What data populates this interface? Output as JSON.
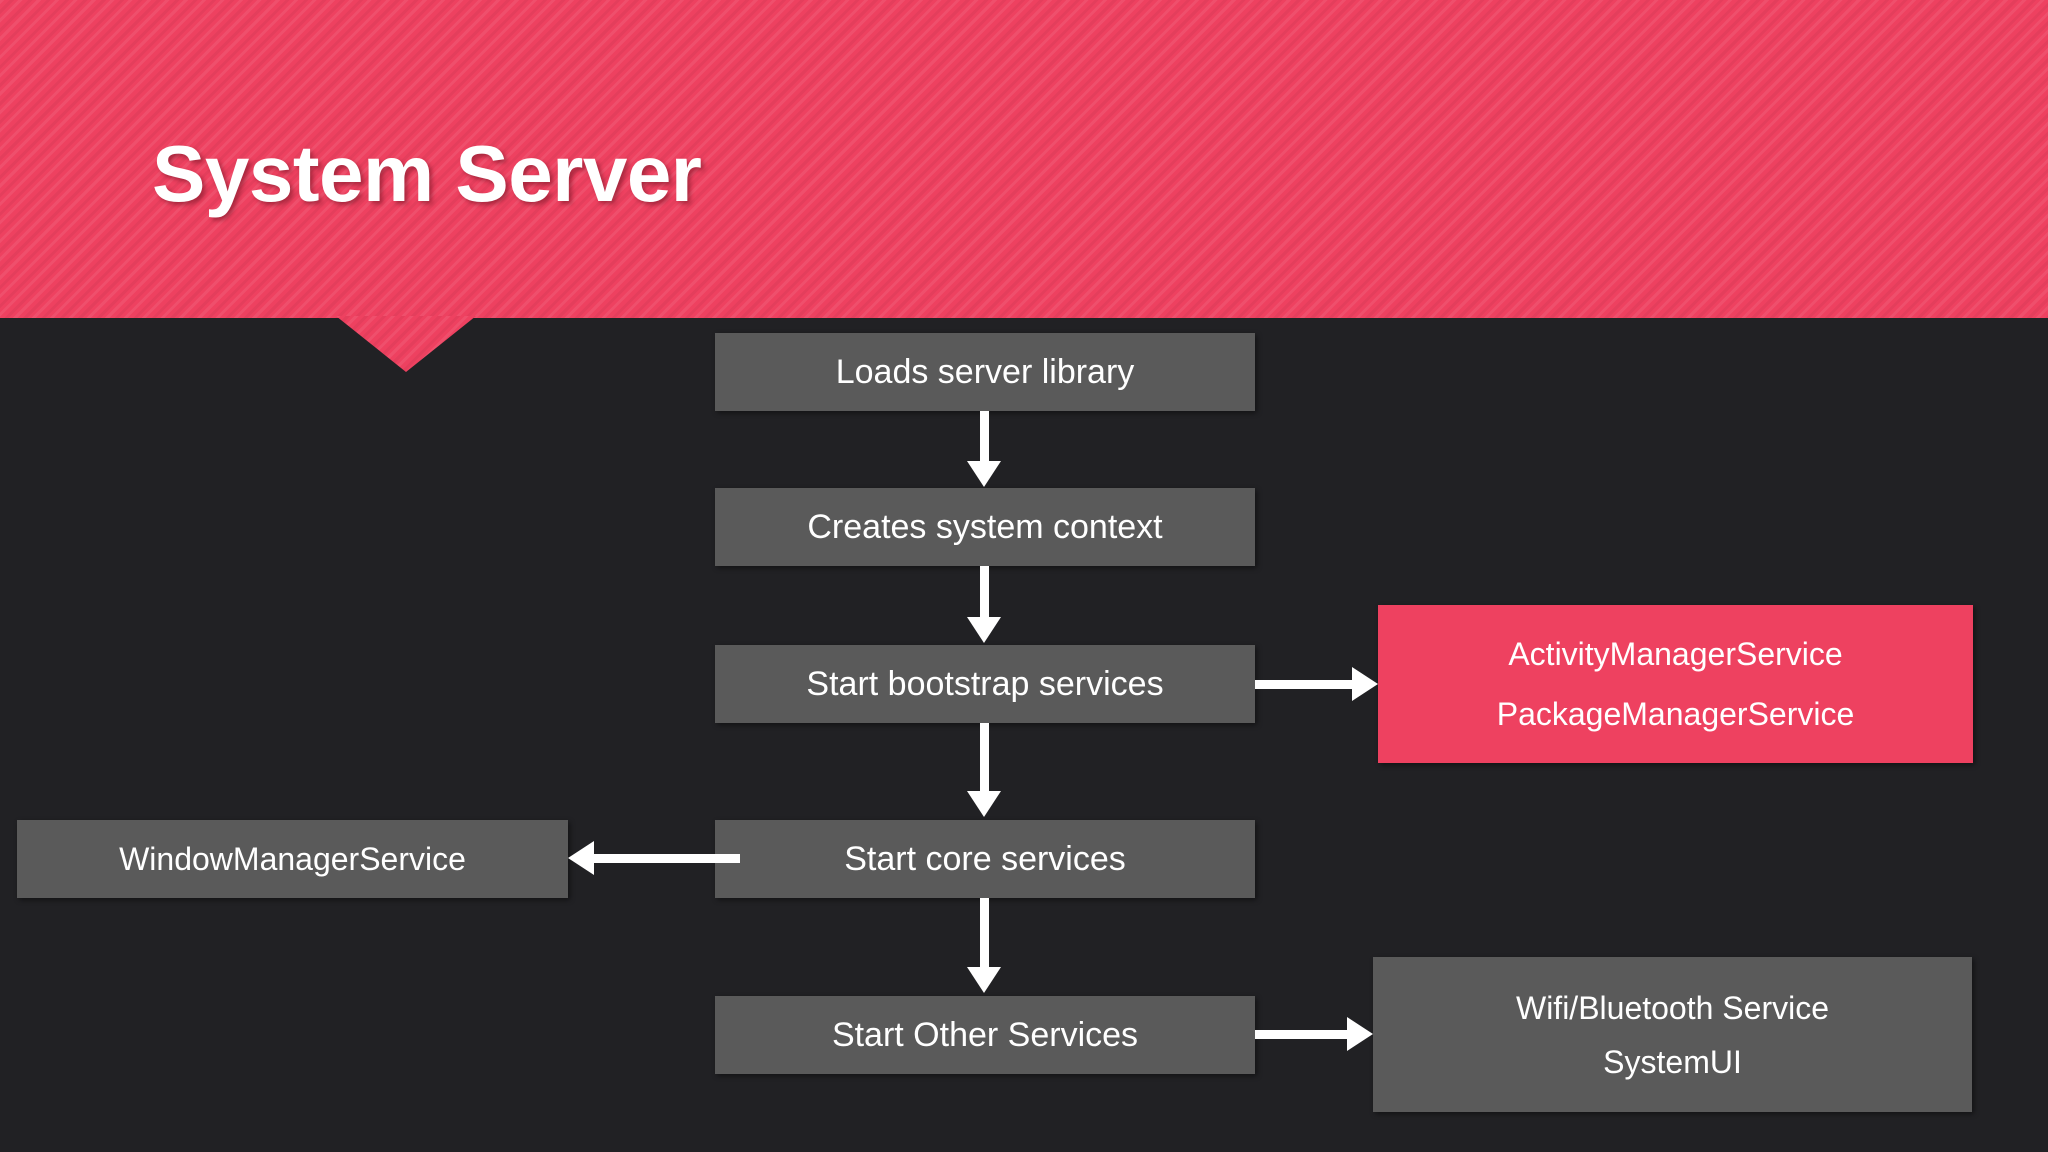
{
  "slide": {
    "title": "System Server",
    "background_color": "#212124",
    "accent_color": "#EE4160",
    "node_color": "#5A5A5A",
    "text_color": "#FFFFFF"
  },
  "diagram": {
    "type": "flowchart",
    "nodes": [
      {
        "id": "loads-server-library",
        "label": "Loads server library",
        "style": "gray"
      },
      {
        "id": "creates-system-context",
        "label": "Creates system context",
        "style": "gray"
      },
      {
        "id": "start-bootstrap",
        "label": "Start bootstrap services",
        "style": "gray"
      },
      {
        "id": "start-core",
        "label": "Start core services",
        "style": "gray"
      },
      {
        "id": "start-other",
        "label": "Start Other Services",
        "style": "gray"
      },
      {
        "id": "manager-services",
        "label_line1": "ActivityManagerService",
        "label_line2": "PackageManagerService",
        "style": "pink"
      },
      {
        "id": "window-manager",
        "label": "WindowManagerService",
        "style": "gray"
      },
      {
        "id": "wifi-systemui",
        "label_line1": "Wifi/Bluetooth Service",
        "label_line2": "SystemUI",
        "style": "gray"
      }
    ],
    "edges": [
      {
        "from": "loads-server-library",
        "to": "creates-system-context",
        "direction": "down"
      },
      {
        "from": "creates-system-context",
        "to": "start-bootstrap",
        "direction": "down"
      },
      {
        "from": "start-bootstrap",
        "to": "start-core",
        "direction": "down"
      },
      {
        "from": "start-core",
        "to": "start-other",
        "direction": "down"
      },
      {
        "from": "start-bootstrap",
        "to": "manager-services",
        "direction": "right"
      },
      {
        "from": "start-core",
        "to": "window-manager",
        "direction": "left"
      },
      {
        "from": "start-other",
        "to": "wifi-systemui",
        "direction": "right"
      }
    ]
  }
}
